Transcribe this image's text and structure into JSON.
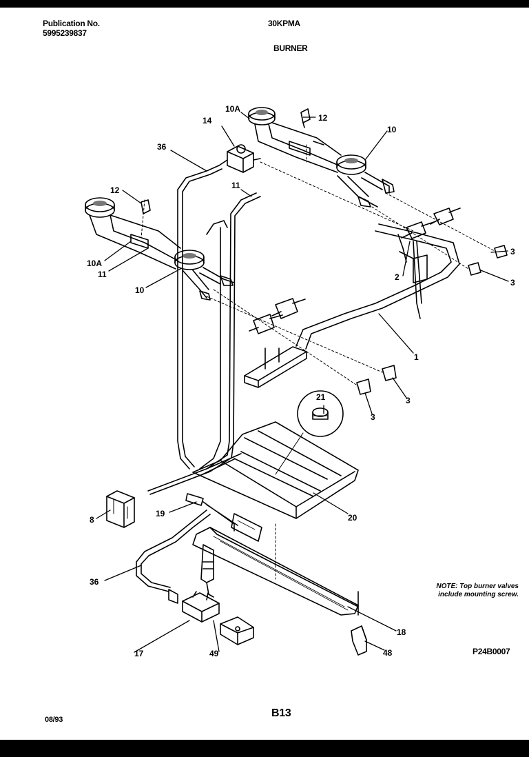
{
  "header": {
    "publication_label": "Publication No.",
    "publication_number": "5995239837",
    "model": "30KPMA",
    "section": "BURNER"
  },
  "callouts": {
    "c36a": "36",
    "c10a_top": "10A",
    "c14": "14",
    "c12_top": "12",
    "c10_top": "10",
    "c11_mid": "11",
    "c12_left": "12",
    "c10a_left": "10A",
    "c11_left": "11",
    "c10_left": "10",
    "c3_a": "3",
    "c3_b": "3",
    "c2": "2",
    "c1": "1",
    "c3_c": "3",
    "c3_d": "3",
    "c21": "21",
    "c8": "8",
    "c19": "19",
    "c20": "20",
    "c36b": "36",
    "c18": "18",
    "c17": "17",
    "c49": "49",
    "c48": "48"
  },
  "note": {
    "line1": "NOTE: Top burner valves",
    "line2": "include mounting screw."
  },
  "figure_code": "P24B0007",
  "footer": {
    "date": "08/93",
    "page": "B13"
  }
}
